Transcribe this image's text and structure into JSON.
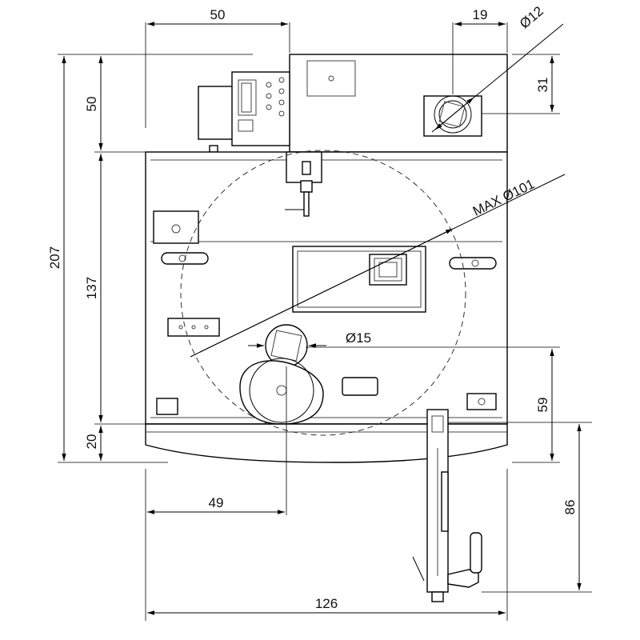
{
  "drawing": {
    "dims": {
      "top_width_offset": "50",
      "chimney_offset": "19",
      "chimney_diameter": "Ø12",
      "chimney_height": "31",
      "left_upper_height": "50",
      "overall_height": "207",
      "body_height": "137",
      "base_height": "20",
      "flue_max_diameter": "MAX Ø101",
      "nozzle_diameter": "Ø15",
      "nozzle_height": "59",
      "handle_height": "86",
      "nozzle_offset": "49",
      "overall_width": "126"
    },
    "colors": {
      "line": "#000000",
      "dash": "#333333",
      "background": "#ffffff"
    }
  }
}
